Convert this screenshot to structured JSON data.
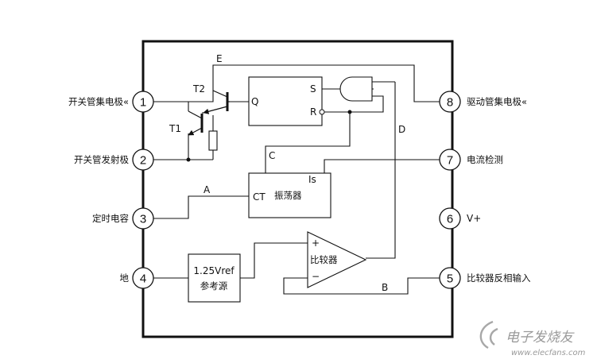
{
  "pins": [
    {
      "num": "1",
      "label": "开关管集电极«"
    },
    {
      "num": "2",
      "label": "开关管发射极"
    },
    {
      "num": "3",
      "label": "定时电容"
    },
    {
      "num": "4",
      "label": "地"
    },
    {
      "num": "5",
      "label": "比较器反相输入"
    },
    {
      "num": "6",
      "label": "V+"
    },
    {
      "num": "7",
      "label": "电流检测"
    },
    {
      "num": "8",
      "label": "驱动管集电极«"
    }
  ],
  "transistors": {
    "t1": "T1",
    "t2": "T2"
  },
  "flipflop": {
    "s": "S",
    "r": "R",
    "q": "Q"
  },
  "oscillator": {
    "ct": "CT",
    "is": "Is",
    "name": "振荡器"
  },
  "reference": {
    "line1": "1.25Vref",
    "line2": "参考源"
  },
  "comparator": {
    "plus": "+",
    "minus": "−",
    "name": "比较器"
  },
  "nets": {
    "a": "A",
    "b": "B",
    "c": "C",
    "d": "D",
    "e": "E"
  },
  "watermark": {
    "cn": "电子发烧友",
    "url": "www.elecfans.com"
  }
}
